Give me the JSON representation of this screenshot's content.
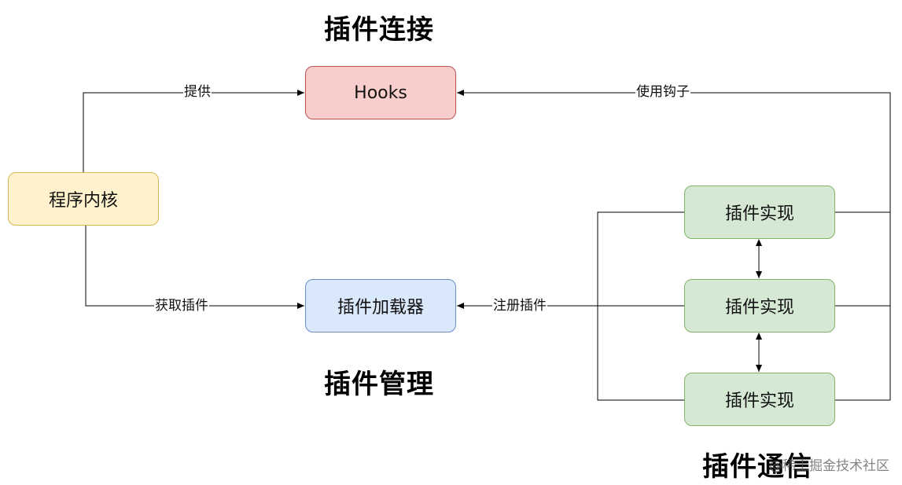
{
  "titles": {
    "connect": "插件连接",
    "manage": "插件管理",
    "communicate": "插件通信"
  },
  "nodes": {
    "core": "程序内核",
    "hooks": "Hooks",
    "loader": "插件加载器",
    "impl": [
      "插件实现",
      "插件实现",
      "插件实现"
    ]
  },
  "edges": {
    "provide": "提供",
    "use_hooks": "使用钩子",
    "get_plugins": "获取插件",
    "register_plugins": "注册插件"
  },
  "watermark": "@稀土掘金技术社区",
  "colors": {
    "core_fill": "#fff2cc",
    "hooks_fill": "#f8cecc",
    "loader_fill": "#dae8fc",
    "impl_fill": "#d5e8d4"
  }
}
